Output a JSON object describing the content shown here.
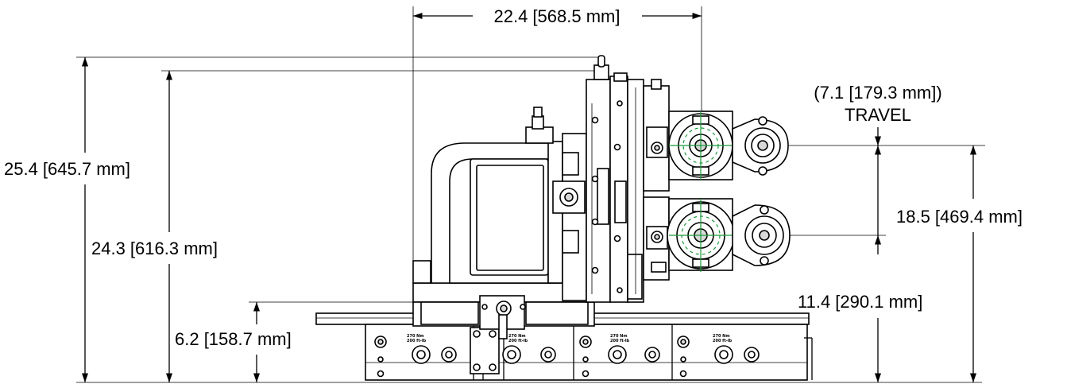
{
  "dimensions": {
    "overall_width": "22.4 [568.5 mm]",
    "overall_height": "25.4 [645.7 mm]",
    "frame_height": "24.3 [616.3 mm]",
    "base_height": "6.2 [158.7 mm]",
    "travel_value": "(7.1 [179.3 mm])",
    "travel_label": "TRAVEL",
    "spindle_height_upper": "18.5 [469.4 mm]",
    "spindle_height_lower": "11.4 [290.1 mm]"
  },
  "rail_labels": {
    "torque_line1": "270 Nm",
    "torque_line2": "200 ft-lb"
  },
  "colors": {
    "line": "#000000",
    "centerline": "#1a9a3a",
    "shade": "#d9d9d9"
  }
}
